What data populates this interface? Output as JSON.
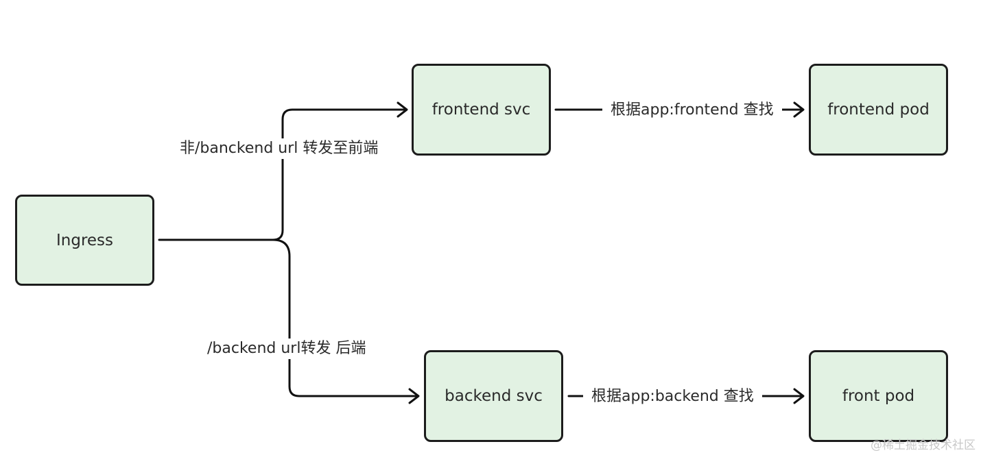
{
  "nodes": {
    "ingress": "Ingress",
    "frontend_svc": "frontend svc",
    "frontend_pod": "frontend pod",
    "backend_svc": "backend svc",
    "backend_pod": "front pod"
  },
  "edges": {
    "ingress_to_frontend": "非/banckend url 转发至前端",
    "ingress_to_backend": "/backend url转发 后端",
    "frontend_svc_to_pod": "根据app:frontend 查找",
    "backend_svc_to_pod": "根据app:backend 查找"
  },
  "watermark": "@稀土掘金技术社区",
  "colors": {
    "node_fill": "#e2f2e3",
    "node_border": "#1c1c1c",
    "line": "#111111"
  }
}
